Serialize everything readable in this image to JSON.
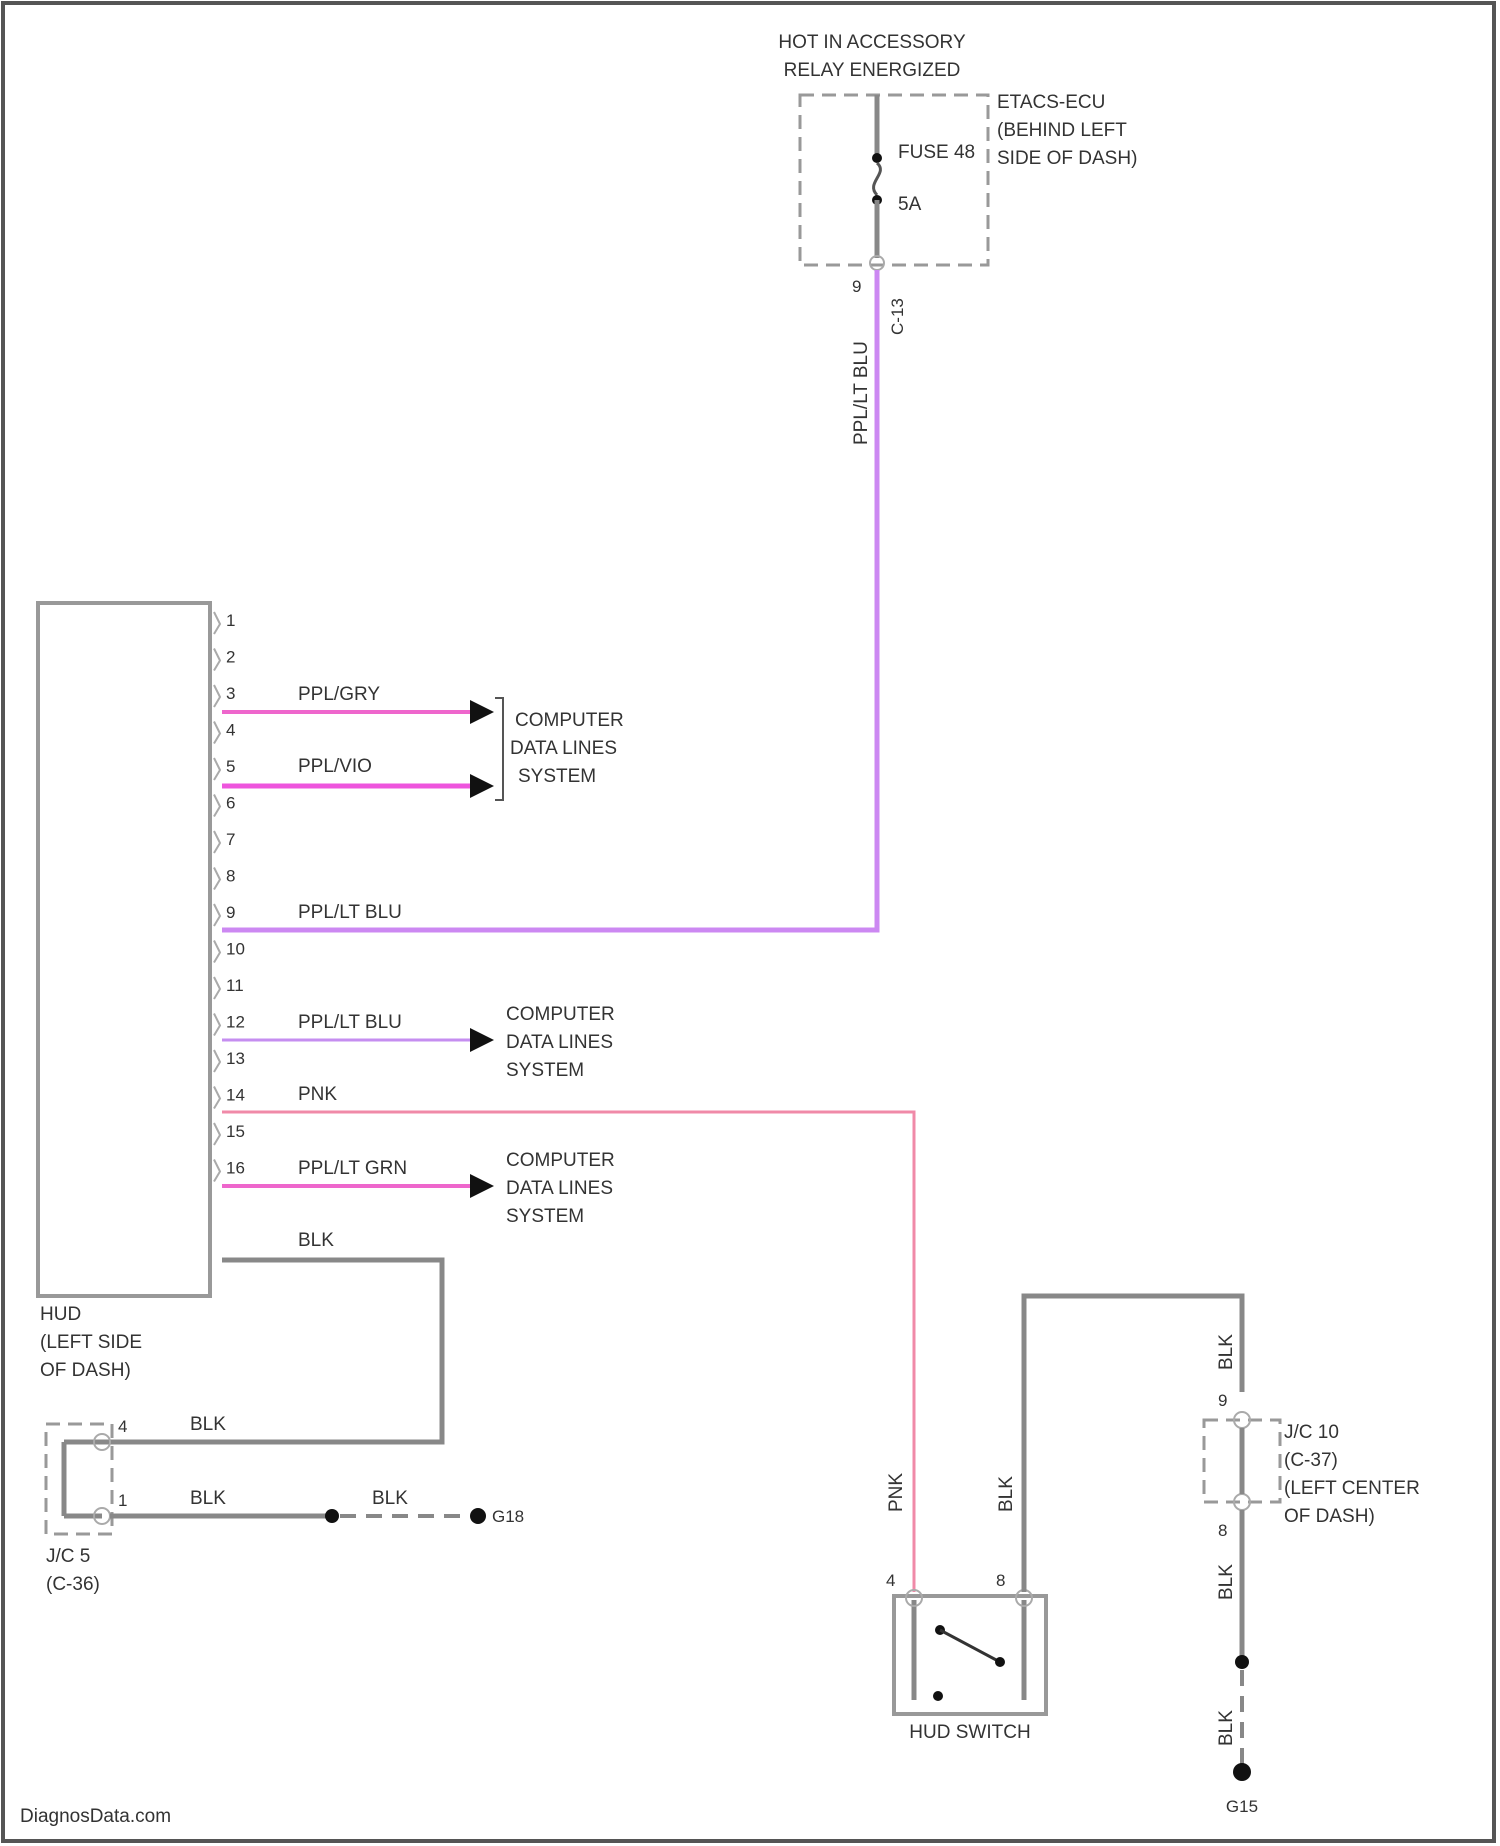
{
  "title_line1": "HOT IN ACCESSORY",
  "title_line2": "RELAY ENERGIZED",
  "etacs": {
    "line1": "ETACS-ECU",
    "line2": "(BEHIND LEFT",
    "line3": "SIDE OF DASH)",
    "fuse": "FUSE 48",
    "amp": "5A",
    "pin": "9",
    "conn": "C-13"
  },
  "wire_colors": {
    "ppl_lt_blu": "PPL/LT BLU",
    "ppl_gry": "PPL/GRY",
    "ppl_vio": "PPL/VIO",
    "pnk": "PNK",
    "ppl_lt_grn": "PPL/LT GRN",
    "blk": "BLK"
  },
  "hud": {
    "line1": "HUD",
    "line2": "(LEFT SIDE",
    "line3": "OF DASH)",
    "pins": [
      "1",
      "2",
      "3",
      "4",
      "5",
      "6",
      "7",
      "8",
      "9",
      "10",
      "11",
      "12",
      "13",
      "14",
      "15",
      "16"
    ]
  },
  "computer": {
    "line1": "COMPUTER",
    "line2": "DATA LINES",
    "line3": "SYSTEM"
  },
  "jc5": {
    "line1": "J/C 5",
    "line2": "(C-36)",
    "pin_a": "4",
    "pin_b": "1"
  },
  "ground_g18": "G18",
  "hud_switch": {
    "label": "HUD SWITCH",
    "pin_a": "4",
    "pin_b": "8"
  },
  "jc10": {
    "line1": "J/C 10",
    "line2": "(C-37)",
    "line3": "(LEFT CENTER",
    "line4": "OF DASH)",
    "pin_top": "9",
    "pin_bot": "8"
  },
  "ground_g15": "G15",
  "watermark": "DiagnosData.com",
  "colors": {
    "black_wire": "#888888",
    "pink_wire": "#f08aa8",
    "ppl_gry_wire": "#ee66cc",
    "ppl_lt_blu_wire": "#cc88f2"
  }
}
